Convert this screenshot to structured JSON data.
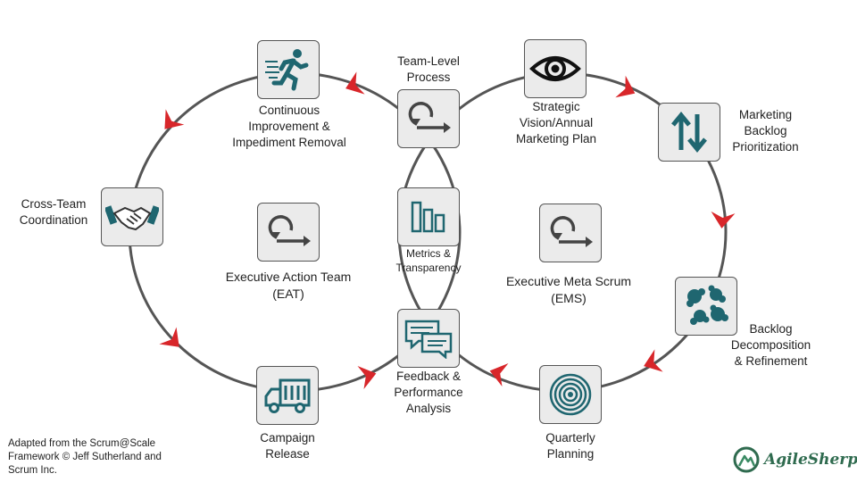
{
  "nodes": {
    "team_process": {
      "label": "Team-Level\nProcess",
      "icon": "scrum-cycle-icon"
    },
    "strategic_vision": {
      "label": "Strategic\nVision/Annual\nMarketing Plan",
      "icon": "eye-icon"
    },
    "backlog_prioritization": {
      "label": "Marketing\nBacklog\nPrioritization",
      "icon": "up-down-arrows-icon"
    },
    "backlog_decomposition": {
      "label": "Backlog\nDecomposition\n& Refinement",
      "icon": "puzzle-pieces-icon"
    },
    "quarterly_planning": {
      "label": "Quarterly\nPlanning",
      "icon": "target-icon"
    },
    "feedback": {
      "label": "Feedback &\nPerformance\nAnalysis",
      "icon": "chat-bubbles-icon"
    },
    "campaign_release": {
      "label": "Campaign\nRelease",
      "icon": "truck-icon"
    },
    "cross_team": {
      "label": "Cross-Team\nCoordination",
      "icon": "handshake-icon"
    },
    "continuous_improvement": {
      "label": "Continuous\nImprovement &\nImpediment Removal",
      "icon": "runner-icon"
    },
    "metrics": {
      "label": "Metrics &\nTransparency",
      "icon": "bar-chart-icon"
    },
    "eat": {
      "label": "Executive Action Team\n(EAT)",
      "icon": "scrum-cycle-icon"
    },
    "ems": {
      "label": "Executive Meta Scrum\n(EMS)",
      "icon": "scrum-cycle-icon"
    }
  },
  "source_note": "Adapted from the Scrum@Scale\nFramework © Jeff Sutherland and\nScrum Inc.",
  "brand": {
    "name": "AgileSherpas",
    "icon": "mountain-logo-icon"
  },
  "colors": {
    "ring": "#555555",
    "arrow": "#d8262a",
    "icon": "#1f6670",
    "box_bg": "#ebebeb",
    "brand": "#2f6b4f"
  }
}
